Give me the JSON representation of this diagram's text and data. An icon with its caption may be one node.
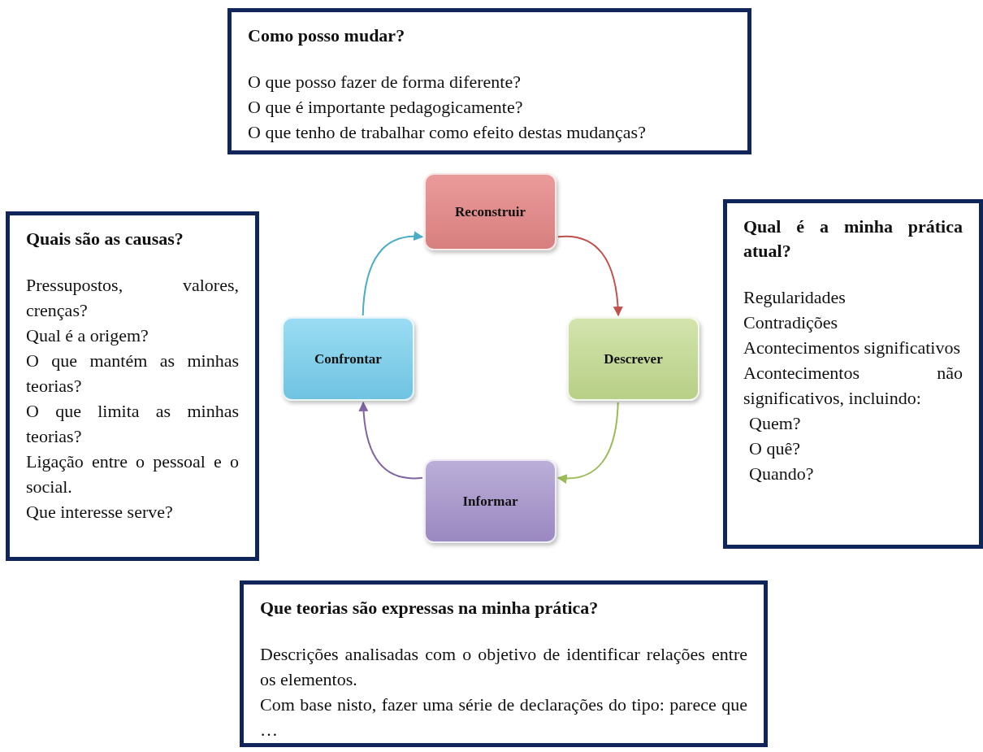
{
  "diagram": {
    "nodes": [
      {
        "text": [
          "Como posso mudar?",
          "O que posso fazer de forma diferente?",
          "O que é importante pedagogicamente?",
          "O que tenho de trabalhar como efeito destas mudanças?"
        ]
      },
      {
        "text": [
          "Quais são as causas?",
          "Pressupostos, valores, crenças?",
          "Qual é a origem?",
          "O que mantém as minhas teorias?",
          "O que limita as minhas teorias?",
          "Ligação entre o pessoal e o social.",
          "Que interesse serve?"
        ]
      },
      {
        "text": [
          "Reconstruir"
        ]
      },
      {
        "text": [
          "Qual é a minha prática atual?",
          "Regularidades",
          "Contradições",
          "Acontecimentos significativos",
          "Acontecimentos não significativos, incluindo:",
          "Quem?",
          "O quê?",
          "Quando?"
        ]
      },
      {
        "text": [
          "Confrontar"
        ]
      },
      {
        "text": [
          "Descrever"
        ]
      },
      {
        "text": [
          "Informar"
        ]
      },
      {
        "text": [
          "Que teorias são expressas na minha prática?",
          "Descrições analisadas com o objetivo de identificar relações entre os elementos.",
          "Com base nisto, fazer uma série de declarações do tipo: parece que …"
        ]
      }
    ],
    "edges": [
      {
        "from": 2,
        "to": 5,
        "arrow": "to",
        "color": "#c0504d"
      },
      {
        "from": 5,
        "to": 6,
        "arrow": "to",
        "color": "#9bbb59"
      },
      {
        "from": 6,
        "to": 4,
        "arrow": "to",
        "color": "#8064a2"
      },
      {
        "from": 4,
        "to": 2,
        "arrow": "to",
        "color": "#4bacc6"
      }
    ]
  }
}
